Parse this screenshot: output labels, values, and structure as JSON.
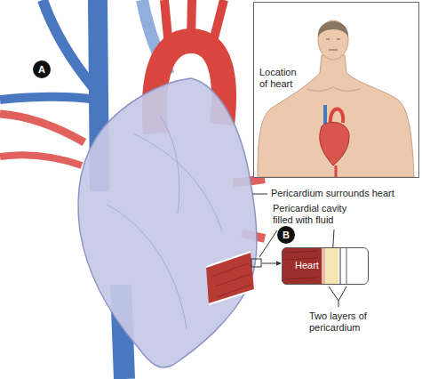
{
  "diagram": {
    "nodes": [
      {
        "text": [
          "A"
        ]
      },
      {
        "text": [
          "Location of heart"
        ]
      },
      {
        "text": [
          "B"
        ]
      },
      {
        "text": [
          "Heart"
        ]
      }
    ],
    "labels": [
      "Pericardium surrounds heart",
      "Pericardial cavity filled with fluid",
      "Two layers of pericardium"
    ]
  }
}
